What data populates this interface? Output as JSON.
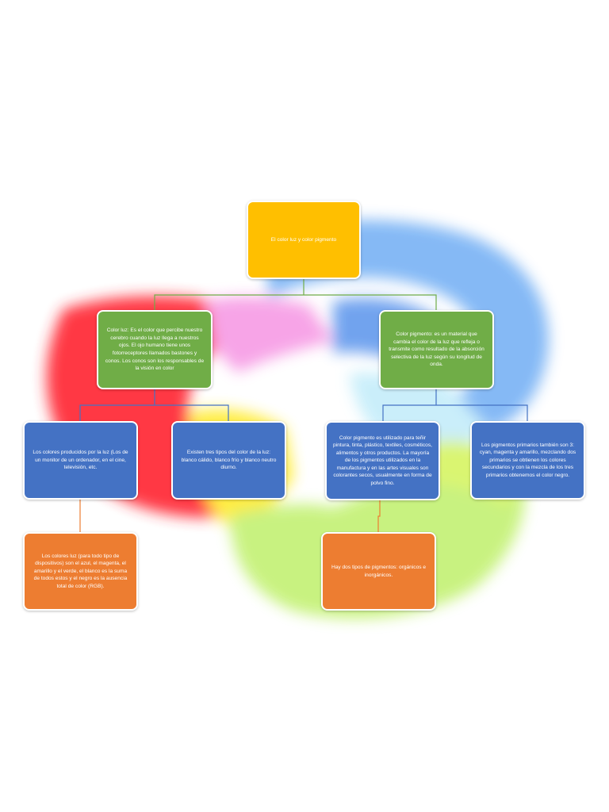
{
  "nodes": {
    "root": "El color luz y color pigmento",
    "luz": "Color luz: Es el color que percibe nuestro cerebro cuando la luz llega a nuestros ojos. El ojo humano tiene unos fotorreceptores llamados bastones y conos. Los conos son los responsables de la visión en color",
    "pigmento": "Color pigmento: es un material que cambia el color de la luz que refleja o transmite como resultado de la absorción selectiva de la luz según su longitud de onda.",
    "luz_monitor": "Los colores producidos por la luz (Los de un monitor de un ordenador, en el cine, televisión, etc.",
    "luz_tipos": "Existen tres tipos del color de la luz: blanco cálido, blanco frío y blanco neutro diurno.",
    "pigmento_uso": "Color pigmento es utilizado para teñir pintura, tinta, plástico, textiles, cosméticos, alimentos y otros productos. La mayoría de los pigmentos utilizados en la manufactura y en las artes visuales son colorantes secos, usualmente en forma de polvo fino.",
    "pigmento_primarios": "Los pigmentos primarios también son 3: cyan, magenta y amarillo, mezclando dos primarios se obtienen los colores secundarios y con la mezcla de los tres primarios obtenemos el color negro.",
    "luz_rgb": "Los colores luz (para todo tipo de dispositivos) son el azul, el magenta, el amarillo y el verde, el blanco es la suma de todos estos y el negro es la ausencia total de color (RGB).",
    "pigmento_tipos": "Hay dos tipos de pigmentos: orgánicos e inorgánicos."
  },
  "colors": {
    "root": "#ffbf00",
    "level1": "#70ad47",
    "level2": "#4472c4",
    "level3": "#ed7d31",
    "connector_green": "#70ad47",
    "connector_blue": "#4472c4",
    "connector_orange": "#ed7d31"
  }
}
